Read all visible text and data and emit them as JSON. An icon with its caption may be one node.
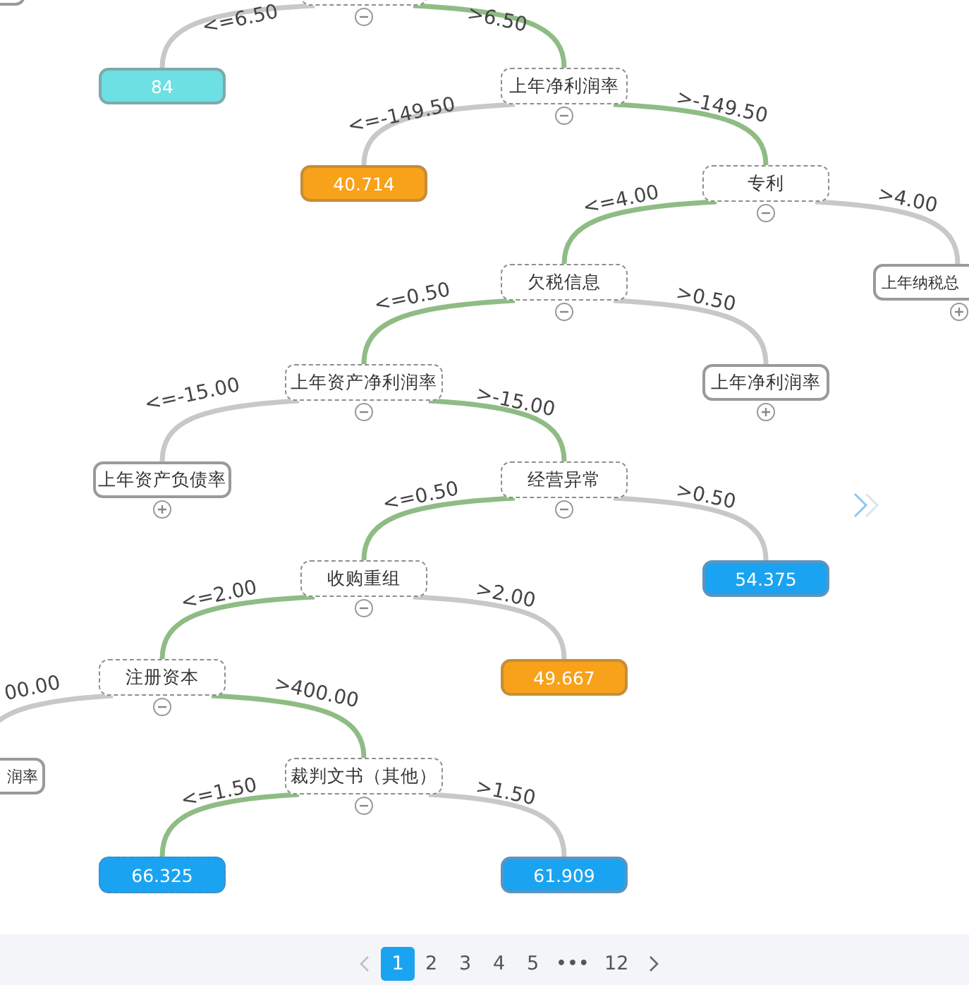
{
  "diagram": {
    "nodes": [
      {
        "text": [],
        "shape": "box"
      },
      {
        "text": [],
        "shape": "box"
      },
      {
        "text": [
          "84"
        ]
      },
      {
        "text": [
          "上年净利润率"
        ]
      },
      {
        "text": [
          "40.714"
        ]
      },
      {
        "text": [
          "专利"
        ]
      },
      {
        "text": [
          "欠税信息"
        ]
      },
      {
        "text": [
          "上年纳税总"
        ]
      },
      {
        "text": [
          "上年资产净利润率"
        ]
      },
      {
        "text": [
          "上年净利润率"
        ]
      },
      {
        "text": [
          "上年资产负债率"
        ]
      },
      {
        "text": [
          "经营异常"
        ]
      },
      {
        "text": [
          "收购重组"
        ]
      },
      {
        "text": [
          "54.375"
        ]
      },
      {
        "text": [
          "注册资本"
        ]
      },
      {
        "text": [
          "49.667"
        ]
      },
      {
        "text": [
          "润率"
        ]
      },
      {
        "text": [
          "裁判文书（其他）"
        ]
      },
      {
        "text": [
          "66.325"
        ]
      },
      {
        "text": [
          "61.909"
        ]
      }
    ],
    "edges": [
      {
        "from": 1,
        "to": 2,
        "arrow": "none",
        "label": "<=6.50",
        "color": "#c8c8c8"
      },
      {
        "from": 1,
        "to": 3,
        "arrow": "none",
        "label": ">6.50",
        "color": "#8fbc84"
      },
      {
        "from": 3,
        "to": 4,
        "arrow": "none",
        "label": "<=-149.50",
        "color": "#c8c8c8"
      },
      {
        "from": 3,
        "to": 5,
        "arrow": "none",
        "label": ">-149.50",
        "color": "#8fbc84"
      },
      {
        "from": 5,
        "to": 6,
        "arrow": "none",
        "label": "<=4.00",
        "color": "#8fbc84"
      },
      {
        "from": 5,
        "to": 7,
        "arrow": "none",
        "label": ">4.00",
        "color": "#c8c8c8"
      },
      {
        "from": 6,
        "to": 8,
        "arrow": "none",
        "label": "<=0.50",
        "color": "#8fbc84"
      },
      {
        "from": 6,
        "to": 9,
        "arrow": "none",
        "label": ">0.50",
        "color": "#c8c8c8"
      },
      {
        "from": 8,
        "to": 10,
        "arrow": "none",
        "label": "<=-15.00",
        "color": "#c8c8c8"
      },
      {
        "from": 8,
        "to": 11,
        "arrow": "none",
        "label": ">-15.00",
        "color": "#8fbc84"
      },
      {
        "from": 11,
        "to": 12,
        "arrow": "none",
        "label": "<=0.50",
        "color": "#8fbc84"
      },
      {
        "from": 11,
        "to": 13,
        "arrow": "none",
        "label": ">0.50",
        "color": "#c8c8c8"
      },
      {
        "from": 12,
        "to": 14,
        "arrow": "none",
        "label": "<=2.00",
        "color": "#8fbc84"
      },
      {
        "from": 12,
        "to": 15,
        "arrow": "none",
        "label": ">2.00",
        "color": "#c8c8c8"
      },
      {
        "from": 14,
        "to": 16,
        "arrow": "none",
        "label": "00.00",
        "color": "#c8c8c8"
      },
      {
        "from": 14,
        "to": 17,
        "arrow": "none",
        "label": ">400.00",
        "color": "#8fbc84"
      },
      {
        "from": 17,
        "to": 18,
        "arrow": "none",
        "label": "<=1.50",
        "color": "#8fbc84"
      },
      {
        "from": 17,
        "to": 19,
        "arrow": "none",
        "label": ">1.50",
        "color": "#c8c8c8"
      }
    ],
    "labels": [
      "1",
      "2",
      "3",
      "4",
      "5",
      "•••",
      "12"
    ]
  }
}
